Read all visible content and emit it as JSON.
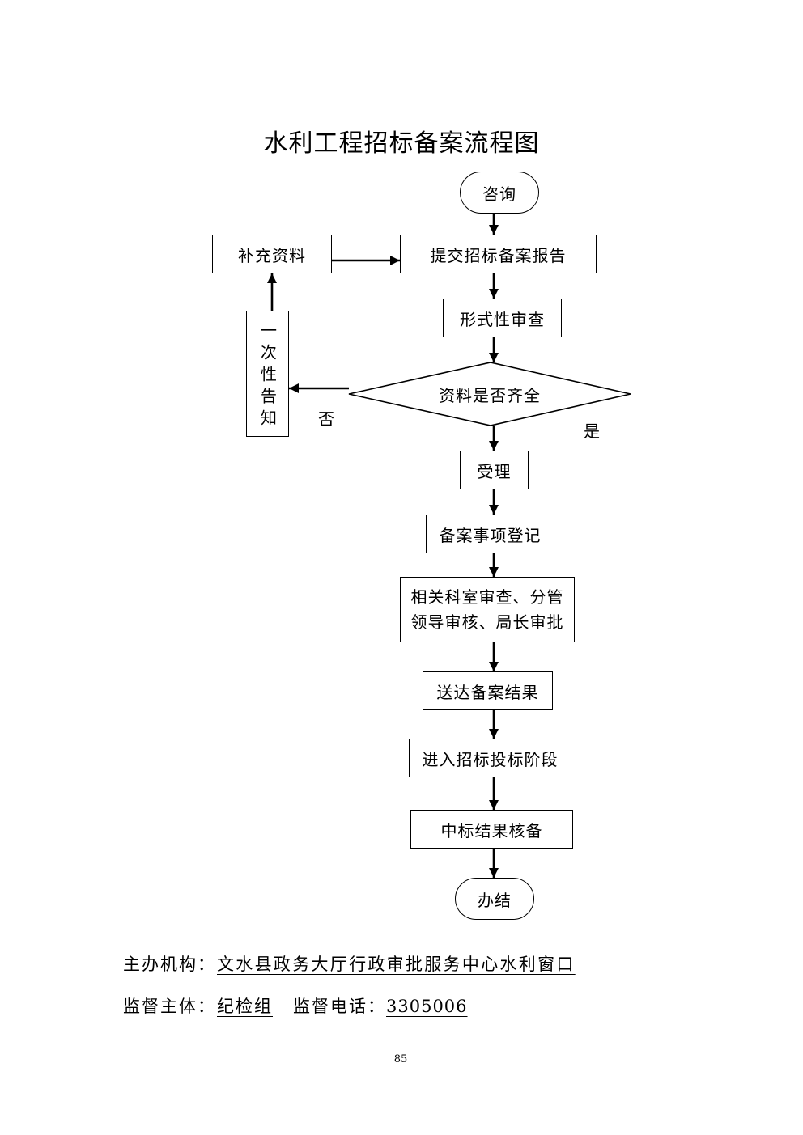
{
  "title": "水利工程招标备案流程图",
  "nodes": {
    "consult": "咨询",
    "submit_report": "提交招标备案报告",
    "supplement": "补充资料",
    "formal_review": "形式性审查",
    "completeness_check": "资料是否齐全",
    "one_time_notice": "一次性告知",
    "accept": "受理",
    "register": "备案事项登记",
    "joint_review": [
      "相关科室审查、分管",
      "领导审核、局长审批"
    ],
    "deliver_result": "送达备案结果",
    "bidding_stage": "进入招标投标阶段",
    "winning_bid_filing": "中标结果核备",
    "complete": "办结"
  },
  "edge_labels": {
    "no": "否",
    "yes": "是"
  },
  "footer": {
    "host_label": "主办机构：",
    "host_value": "文水县政务大厅行政审批服务中心水利窗口",
    "supervisor_label": "监督主体：",
    "supervisor_value": "纪检组",
    "phone_label": "监督电话：",
    "phone_value": "3305006"
  },
  "page_number": "85"
}
